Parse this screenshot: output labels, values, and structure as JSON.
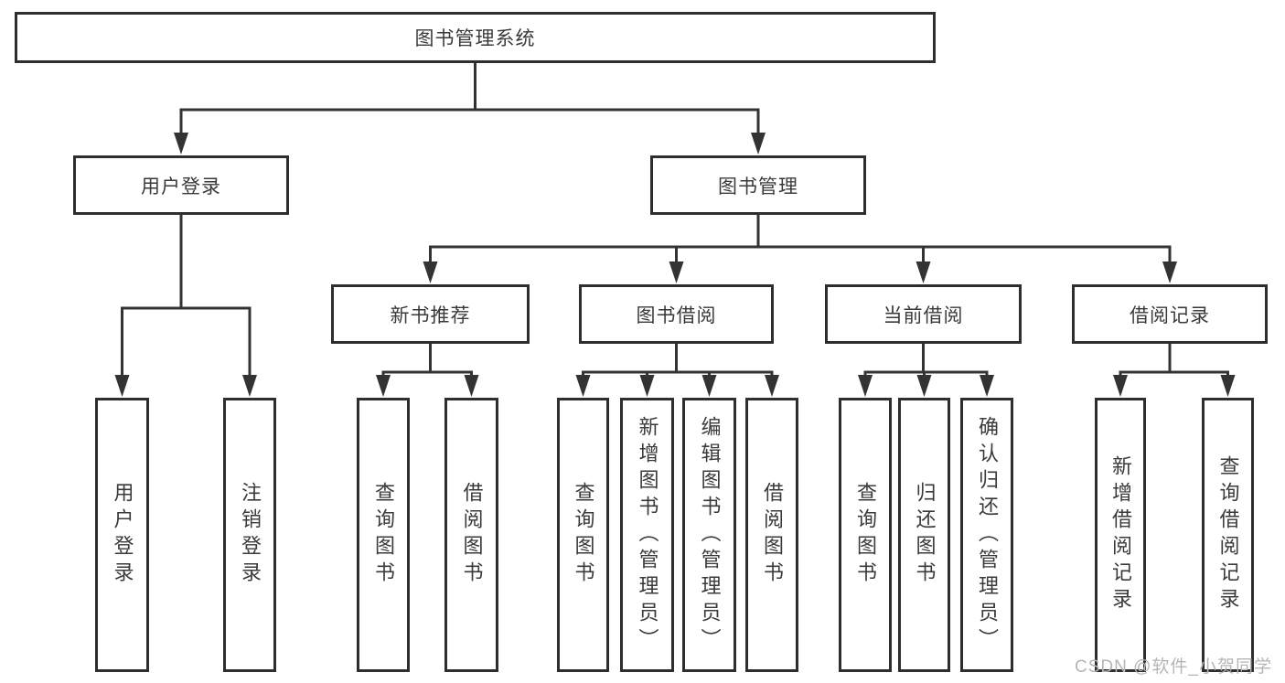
{
  "tree": {
    "label": "图书管理系统",
    "children": [
      {
        "label": "用户登录",
        "children": [
          {
            "label": "用户登录"
          },
          {
            "label": "注销登录"
          }
        ]
      },
      {
        "label": "图书管理",
        "children": [
          {
            "label": "新书推荐",
            "children": [
              {
                "label": "查询图书"
              },
              {
                "label": "借阅图书"
              }
            ]
          },
          {
            "label": "图书借阅",
            "children": [
              {
                "label": "查询图书"
              },
              {
                "label": "新增图书（管理员）"
              },
              {
                "label": "编辑图书（管理员）"
              },
              {
                "label": "借阅图书"
              }
            ]
          },
          {
            "label": "当前借阅",
            "children": [
              {
                "label": "查询图书"
              },
              {
                "label": "归还图书"
              },
              {
                "label": "确认归还（管理员）"
              }
            ]
          },
          {
            "label": "借阅记录",
            "children": [
              {
                "label": "新增借阅记录"
              },
              {
                "label": "查询借阅记录"
              }
            ]
          }
        ]
      }
    ]
  },
  "watermark": {
    "text": "CSDN @软件_小贺同学"
  },
  "colors": {
    "line": "#333333",
    "box_border": "#2e2e2e",
    "text": "#3a3a3a",
    "watermark": "#b5b5b5",
    "background": "#ffffff"
  }
}
